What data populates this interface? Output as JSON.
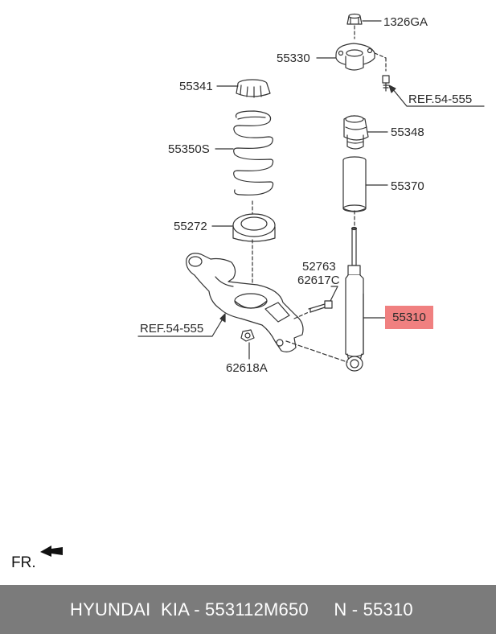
{
  "labels": {
    "p1326ga": "1326GA",
    "p55330": "55330",
    "p55341": "55341",
    "p55350s": "55350S",
    "p55272": "55272",
    "p52763": "52763",
    "p62617c": "62617C",
    "p62618a": "62618A",
    "p55348": "55348",
    "p55370": "55370",
    "ref_top": "REF.54-555",
    "ref_left": "REF.54-555",
    "p55310": "55310"
  },
  "direction": "FR.",
  "footer": {
    "text": "HYUNDAI  KIA - 553112M650     N - 55310"
  },
  "colors": {
    "highlight": "#f08080",
    "footer_bg": "#7b7b7b",
    "line": "#333333"
  },
  "icons": {
    "front_arrow": "arrow-left-icon"
  }
}
